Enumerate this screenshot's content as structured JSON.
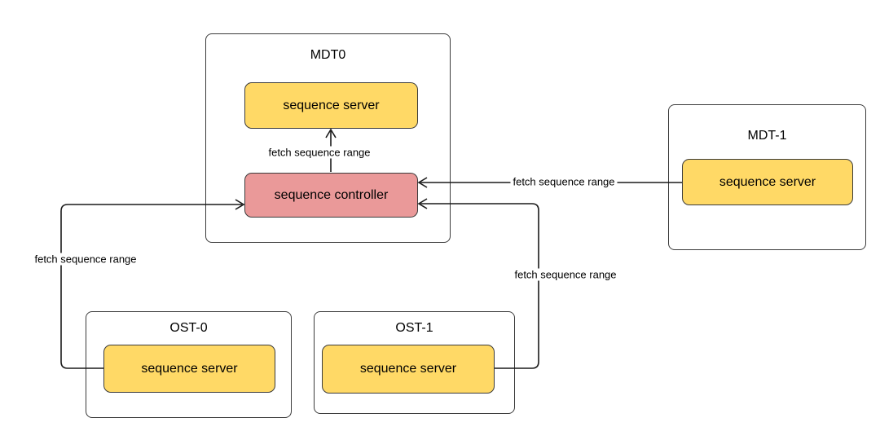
{
  "diagram": {
    "mdt0": {
      "title": "MDT0",
      "server_label": "sequence server",
      "controller_label": "sequence controller",
      "internal_edge_label": "fetch sequence range"
    },
    "mdt1": {
      "title": "MDT-1",
      "server_label": "sequence server",
      "edge_label": "fetch sequence range"
    },
    "ost0": {
      "title": "OST-0",
      "server_label": "sequence server",
      "edge_label": "fetch sequence range"
    },
    "ost1": {
      "title": "OST-1",
      "server_label": "sequence server",
      "edge_label": "fetch sequence range"
    },
    "colors": {
      "server_fill": "#FFD966",
      "controller_fill": "#EA9999",
      "border": "#3b3b3b",
      "line": "#1a1a1a"
    }
  }
}
